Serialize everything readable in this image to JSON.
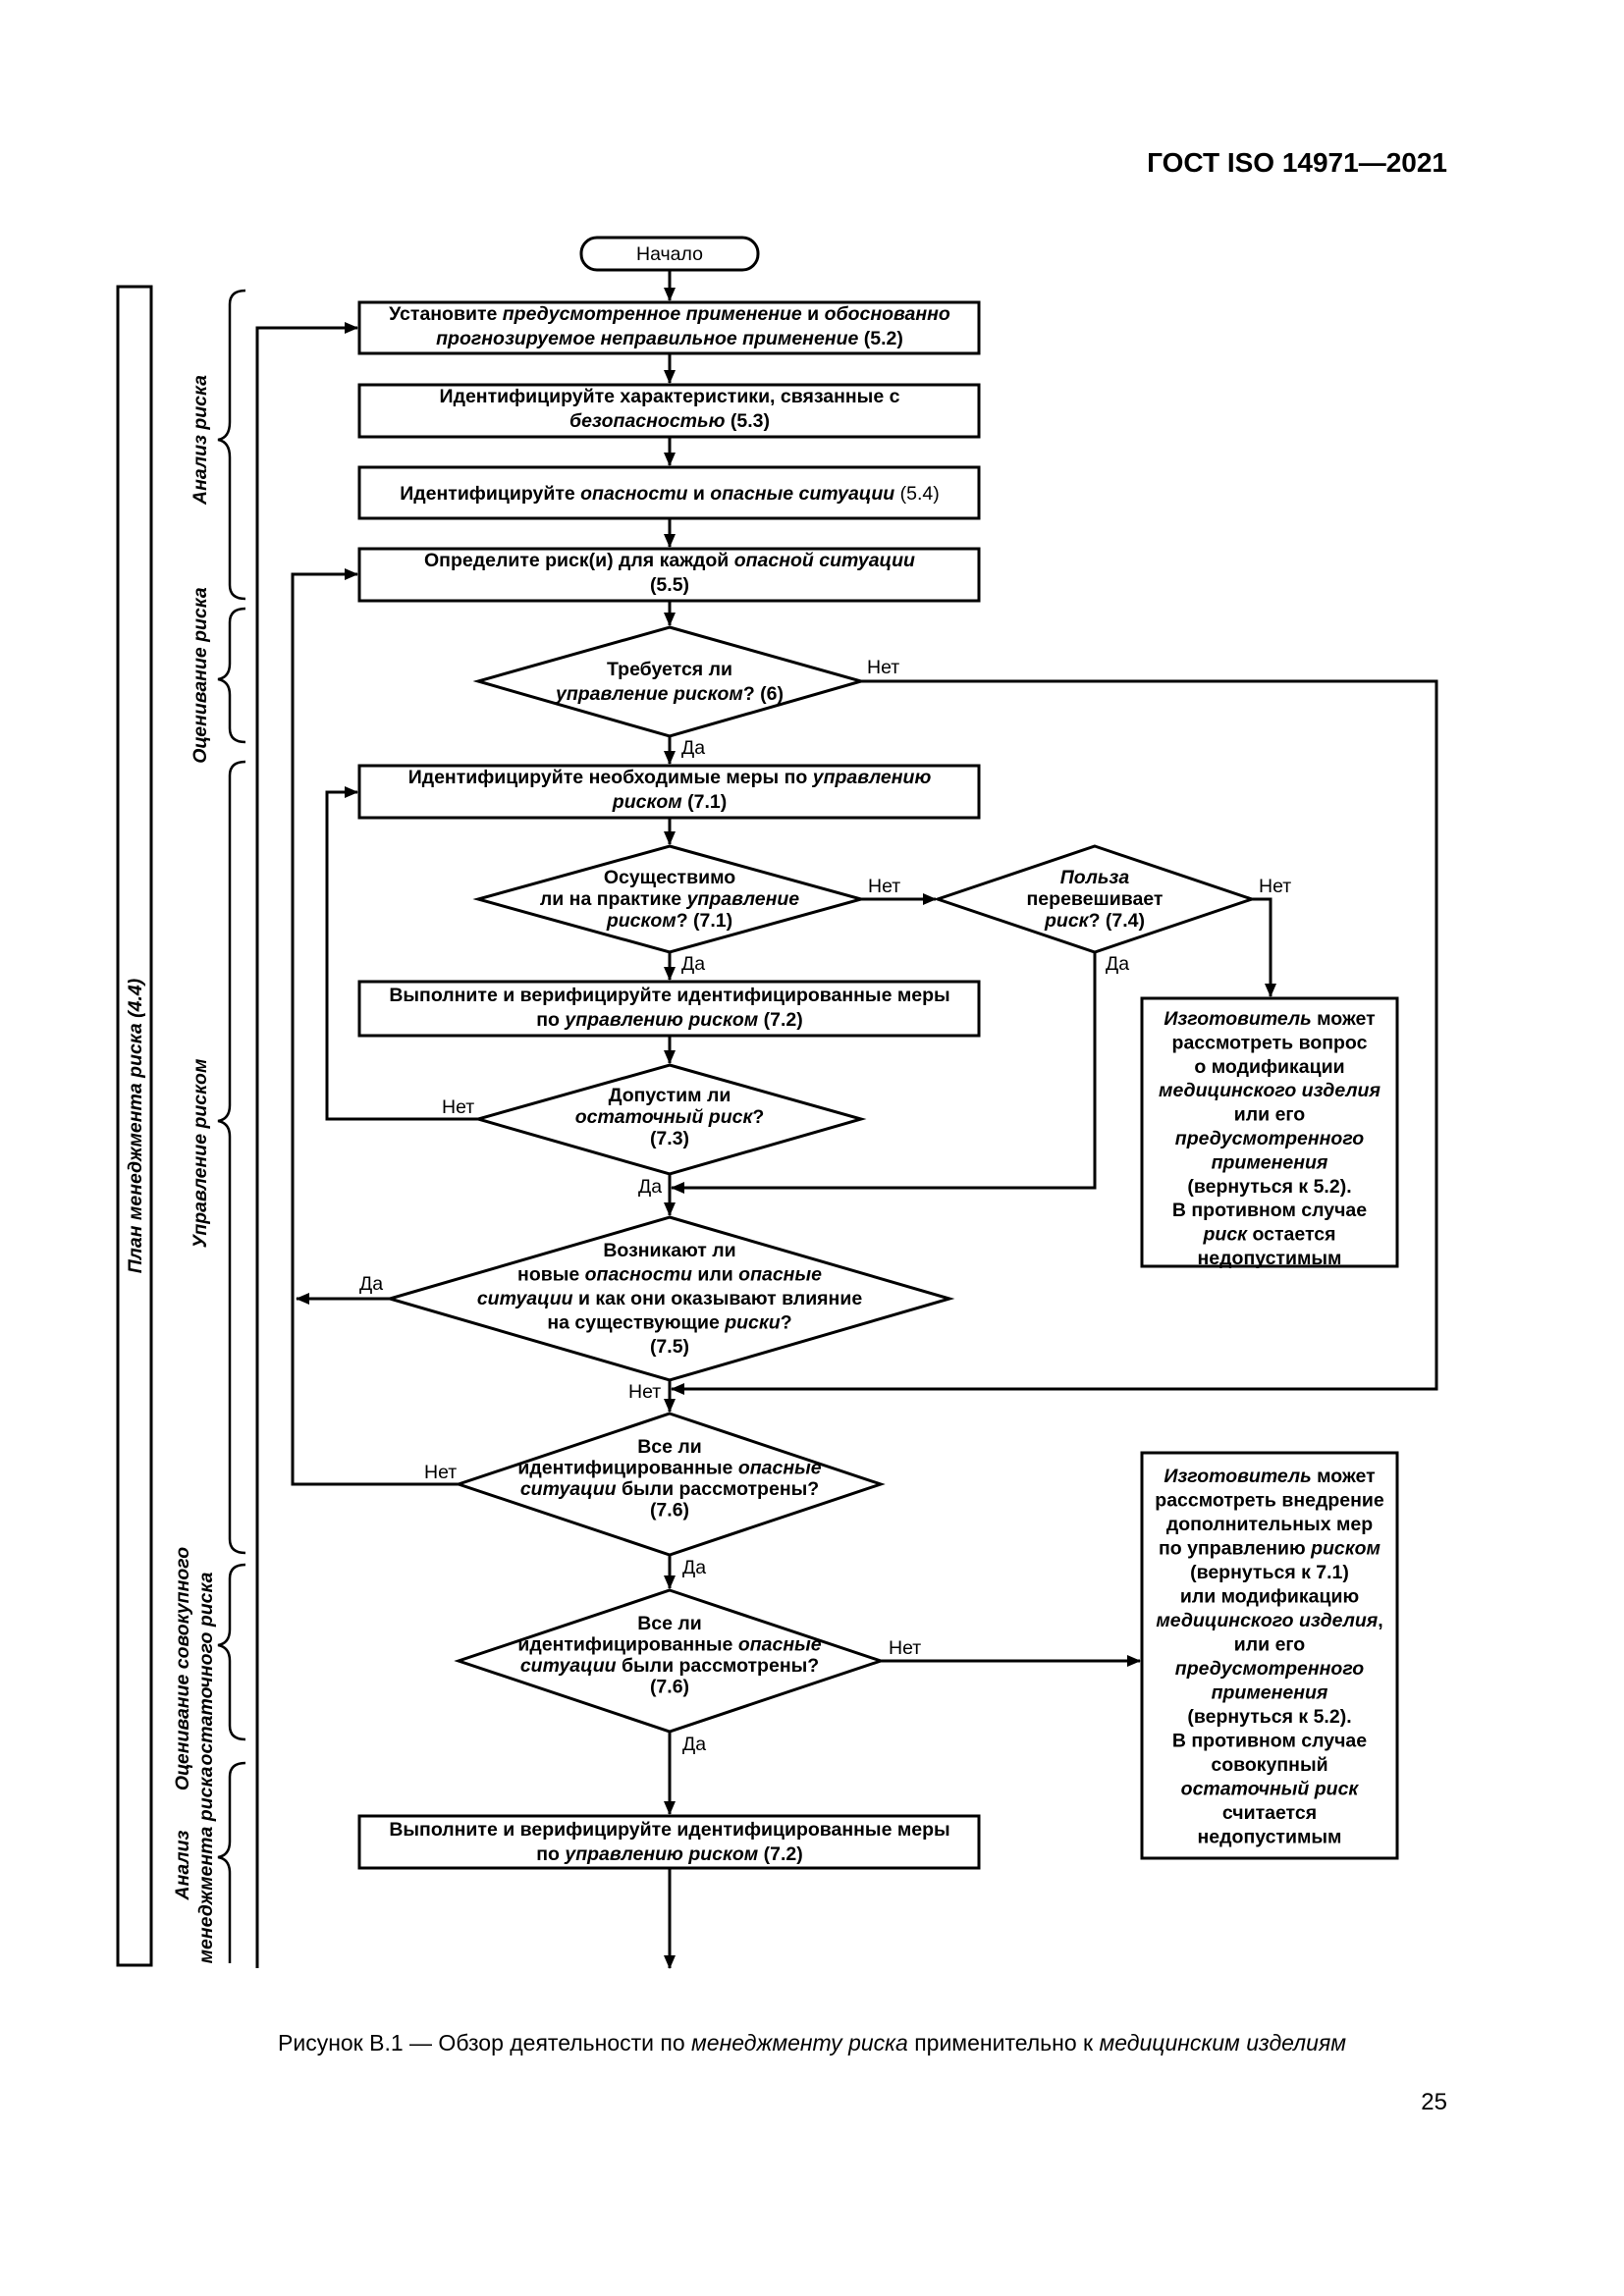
{
  "header": {
    "title": "ГОСТ ISO 14971—2021"
  },
  "start": {
    "text": "Начало"
  },
  "boxes": [
    {
      "id": "b52",
      "lines": [
        [
          [
            "Установите ",
            0
          ],
          [
            "предусмотренное применение",
            1
          ],
          [
            " и ",
            0
          ],
          [
            "обоснованно",
            1
          ]
        ],
        [
          [
            "прогнозируемое неправильное применение",
            1
          ],
          [
            " (5.2)",
            0
          ]
        ]
      ]
    },
    {
      "id": "b53",
      "lines": [
        [
          [
            "Идентифицируйте характеристики, связанные с",
            0
          ]
        ],
        [
          [
            "безопасностью",
            1
          ],
          [
            " (5.3)",
            0
          ]
        ]
      ]
    },
    {
      "id": "b54",
      "lines": [
        [
          [
            "Идентифицируйте ",
            0
          ],
          [
            "опасности",
            1
          ],
          [
            " и ",
            0
          ],
          [
            "опасные ситуации",
            1
          ],
          [
            " (5.4)",
            2
          ]
        ]
      ]
    },
    {
      "id": "b55",
      "lines": [
        [
          [
            "Определите риск(и) для каждой ",
            0
          ],
          [
            "опасной ситуации",
            1
          ]
        ],
        [
          [
            "(5.5)",
            0
          ]
        ]
      ]
    },
    {
      "id": "b71",
      "lines": [
        [
          [
            "Идентифицируйте необходимые меры по ",
            0
          ],
          [
            "управлению",
            1
          ]
        ],
        [
          [
            "риском",
            1
          ],
          [
            " (7.1)",
            0
          ]
        ]
      ]
    },
    {
      "id": "b72a",
      "lines": [
        [
          [
            "Выполните и верифицируйте идентифицированные меры",
            0
          ]
        ],
        [
          [
            "по ",
            0
          ],
          [
            "управлению риском",
            1
          ],
          [
            " (7.2)",
            0
          ]
        ]
      ]
    },
    {
      "id": "mfr1",
      "lines": [
        [
          [
            "Изготовитель",
            1
          ],
          [
            " может",
            0
          ]
        ],
        [
          [
            "рассмотреть вопрос",
            0
          ]
        ],
        [
          [
            "о модификации",
            0
          ]
        ],
        [
          [
            "медицинского изделия",
            1
          ]
        ],
        [
          [
            "или его",
            0
          ]
        ],
        [
          [
            "предусмотренного",
            1
          ]
        ],
        [
          [
            "применения",
            1
          ]
        ],
        [
          [
            "(вернуться к 5.2).",
            0
          ]
        ],
        [
          [
            "В противном случае",
            0
          ]
        ],
        [
          [
            "риск",
            1
          ],
          [
            " остается",
            0
          ]
        ],
        [
          [
            "недопустимым",
            0
          ]
        ]
      ]
    },
    {
      "id": "mfr2",
      "lines": [
        [
          [
            "Изготовитель",
            1
          ],
          [
            " может",
            0
          ]
        ],
        [
          [
            "рассмотреть внедрение",
            0
          ]
        ],
        [
          [
            "дополнительных мер",
            0
          ]
        ],
        [
          [
            "по управлению ",
            0
          ],
          [
            "риском",
            1
          ]
        ],
        [
          [
            "(вернуться к 7.1)",
            0
          ]
        ],
        [
          [
            "или модификацию",
            0
          ]
        ],
        [
          [
            "медицинского изделия",
            1
          ],
          [
            ",",
            0
          ]
        ],
        [
          [
            "или его",
            0
          ]
        ],
        [
          [
            "предусмотренного",
            1
          ]
        ],
        [
          [
            "применения",
            1
          ]
        ],
        [
          [
            "(вернуться к 5.2).",
            0
          ]
        ],
        [
          [
            "В противном случае",
            0
          ]
        ],
        [
          [
            "совокупный",
            0
          ]
        ],
        [
          [
            "остаточный риск",
            1
          ]
        ],
        [
          [
            "считается",
            0
          ]
        ],
        [
          [
            "недопустимым",
            0
          ]
        ]
      ]
    },
    {
      "id": "b72b",
      "lines": [
        [
          [
            "Выполните и верифицируйте идентифицированные меры",
            0
          ]
        ],
        [
          [
            "по ",
            0
          ],
          [
            "управлению риском",
            1
          ],
          [
            " (7.2)",
            0
          ]
        ]
      ]
    }
  ],
  "decisions": [
    {
      "id": "d6",
      "lines": [
        [
          [
            "Требуется ли",
            0
          ]
        ],
        [
          [
            "управление риском",
            1
          ],
          [
            "? (6)",
            0
          ]
        ]
      ]
    },
    {
      "id": "d71",
      "lines": [
        [
          [
            "Осуществимо",
            0
          ]
        ],
        [
          [
            "ли на практике ",
            0
          ],
          [
            "управление",
            1
          ]
        ],
        [
          [
            "риском",
            1
          ],
          [
            "? (7.1)",
            0
          ]
        ]
      ]
    },
    {
      "id": "d74",
      "lines": [
        [
          [
            "Польза",
            1
          ]
        ],
        [
          [
            "перевешивает",
            0
          ]
        ],
        [
          [
            "риск",
            1
          ],
          [
            "? (7.4)",
            0
          ]
        ]
      ]
    },
    {
      "id": "d73",
      "lines": [
        [
          [
            "Допустим ли",
            0
          ]
        ],
        [
          [
            "остаточный риск",
            1
          ],
          [
            "?",
            0
          ]
        ],
        [
          [
            "(7.3)",
            0
          ]
        ]
      ]
    },
    {
      "id": "d75",
      "lines": [
        [
          [
            "Возникают ли",
            0
          ]
        ],
        [
          [
            "новые ",
            0
          ],
          [
            "опасности",
            1
          ],
          [
            " или ",
            0
          ],
          [
            "опасные",
            1
          ]
        ],
        [
          [
            "ситуации",
            1
          ],
          [
            " и как они оказывают влияние",
            0
          ]
        ],
        [
          [
            "на существующие ",
            0
          ],
          [
            "риски",
            1
          ],
          [
            "?",
            0
          ]
        ],
        [
          [
            "(7.5)",
            0
          ]
        ]
      ]
    },
    {
      "id": "d76a",
      "lines": [
        [
          [
            "Все ли",
            0
          ]
        ],
        [
          [
            "идентифицированные ",
            0
          ],
          [
            "опасные",
            1
          ]
        ],
        [
          [
            "ситуации",
            1
          ],
          [
            " были рассмотрены?",
            0
          ]
        ],
        [
          [
            "(7.6)",
            0
          ]
        ]
      ]
    },
    {
      "id": "d76b",
      "lines": [
        [
          [
            "Все ли",
            0
          ]
        ],
        [
          [
            "идентифицированные ",
            0
          ],
          [
            "опасные",
            1
          ]
        ],
        [
          [
            "ситуации",
            1
          ],
          [
            " были рассмотрены?",
            0
          ]
        ],
        [
          [
            "(7.6)",
            0
          ]
        ]
      ]
    }
  ],
  "labels": {
    "yes": "Да",
    "no": "Нет"
  },
  "side_labels": {
    "plan": "План менеджмента риска (4.4)",
    "analysis": "Анализ риска",
    "evaluation": "Оценивание риска",
    "control": "Управление риском",
    "residual": [
      "Оценивание совокупного",
      "остаточного риска"
    ],
    "review": [
      "Анализ",
      "менеджмента риска"
    ]
  },
  "caption": {
    "parts": [
      [
        "Рисунок B.1 — Обзор деятельности по ",
        0
      ],
      [
        "менеджменту риска",
        1
      ],
      [
        " применительно к ",
        0
      ],
      [
        "медицинским изделиям",
        1
      ]
    ]
  },
  "page_number": "25"
}
